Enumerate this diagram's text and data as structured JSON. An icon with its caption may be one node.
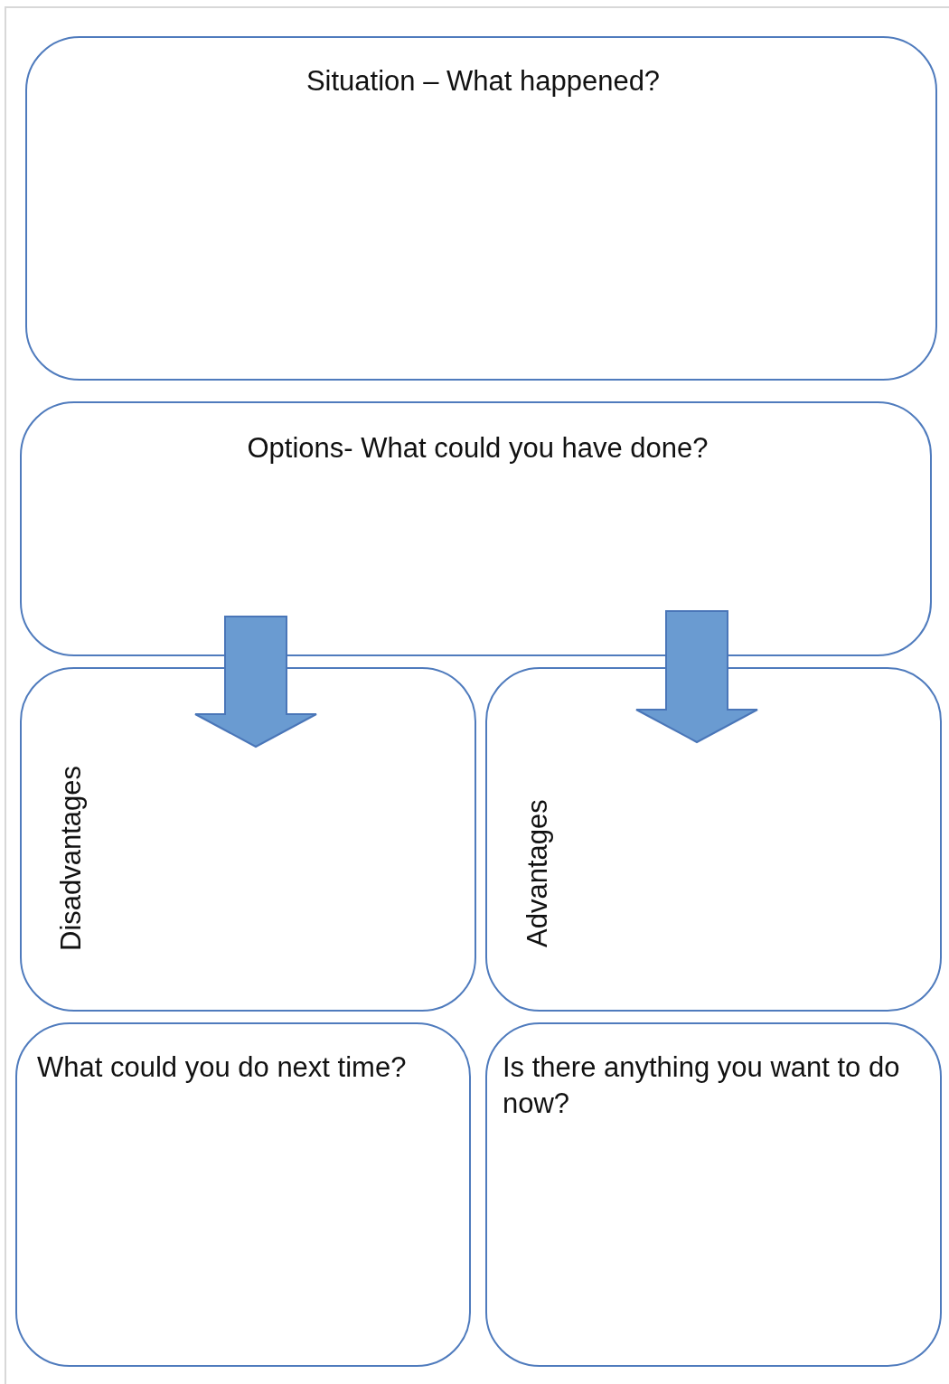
{
  "diagram": {
    "nodes": [
      {
        "text": [
          "Situation – What happened?"
        ]
      },
      {
        "text": [
          "Options- What could you have done?"
        ]
      },
      {
        "text": [
          "Disadvantages"
        ]
      },
      {
        "text": [
          "Advantages"
        ]
      },
      {
        "text": [
          "What could you do next time?"
        ]
      },
      {
        "text": [
          "Is there anything you want to do now?"
        ]
      }
    ],
    "edges": [
      {
        "from": 1,
        "to": 2,
        "arrow": "to"
      },
      {
        "from": 1,
        "to": 3,
        "arrow": "to"
      }
    ]
  }
}
